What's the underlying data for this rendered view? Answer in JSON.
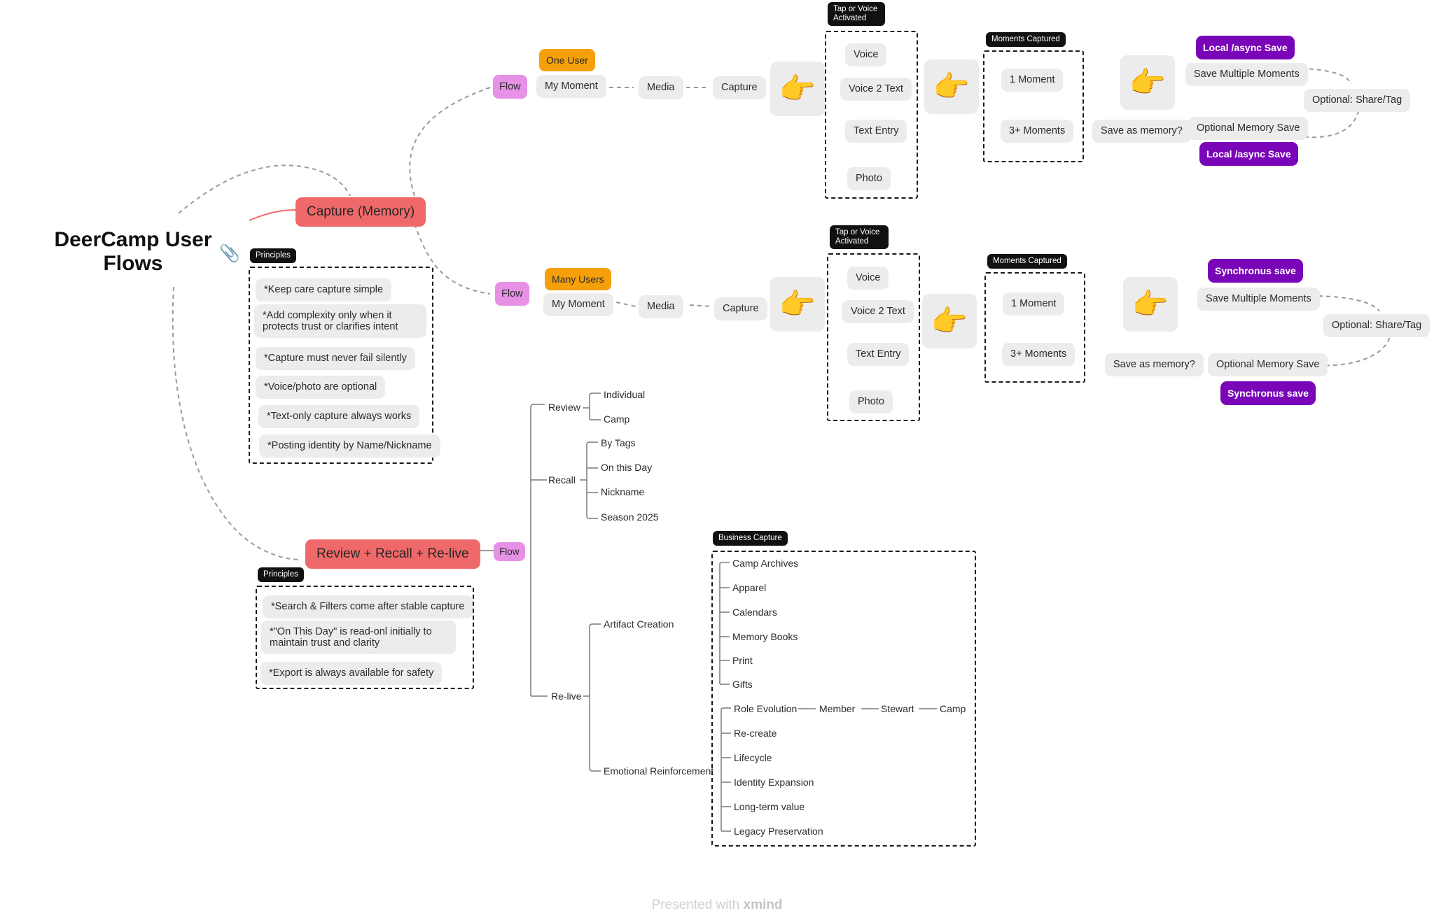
{
  "title": "DeerCamp User Flows",
  "main_topics": {
    "capture": "Capture (Memory)",
    "review": "Review + Recall + Re-live"
  },
  "flow_label": "Flow",
  "tags": {
    "principles": "Principles",
    "tap_voice": "Tap or Voice Activated",
    "moments_captured": "Moments Captured",
    "business_capture": "Business Capture"
  },
  "principles_capture": [
    "*Keep care capture simple",
    "*Add complexity only when it protects trust or clarifies intent",
    "*Capture must never fail silently",
    "*Voice/photo are optional",
    "*Text-only capture always works",
    "*Posting identity by Name/Nickname"
  ],
  "principles_review": [
    "*Search & Filters come after stable capture",
    "*\"On This Day\" is read-onl initially to maintain trust and clarity",
    "*Export is always available for safety"
  ],
  "flow1": {
    "user": "One User",
    "moment": "My Moment",
    "media": "Media",
    "capture": "Capture",
    "inputs": [
      "Voice",
      "Voice 2 Text",
      "Text Entry",
      "Photo"
    ],
    "moments": [
      "1 Moment",
      "3+ Moments"
    ],
    "save_top_badge": "Local /async Save",
    "save_multiple": "Save Multiple Moments",
    "save_question": "Save as memory?",
    "optional_save": "Optional Memory Save",
    "save_bottom_badge": "Local /async Save",
    "share": "Optional: Share/Tag"
  },
  "flow2": {
    "user": "Many Users",
    "moment": "My Moment",
    "media": "Media",
    "capture": "Capture",
    "inputs": [
      "Voice",
      "Voice 2 Text",
      "Text Entry",
      "Photo"
    ],
    "moments": [
      "1 Moment",
      "3+ Moments"
    ],
    "save_top_badge": "Synchronus save",
    "save_multiple": "Save Multiple Moments",
    "save_question": "Save as memory?",
    "optional_save": "Optional Memory Save",
    "save_bottom_badge": "Synchronus save",
    "share": "Optional: Share/Tag"
  },
  "review_tree": {
    "review": "Review",
    "review_items": [
      "Individual",
      "Camp"
    ],
    "recall": "Recall",
    "recall_items": [
      "By Tags",
      "On this Day",
      "Nickname",
      "Season 2025"
    ],
    "relive": "Re-live",
    "artifact": "Artifact Creation",
    "emotional": "Emotional Reinforcement",
    "business_items": [
      "Camp Archives",
      "Apparel",
      "Calendars",
      "Memory Books",
      "Print",
      "Gifts"
    ],
    "role_evolution": "Role Evolution",
    "role_chain": [
      "Member",
      "Stewart",
      "Camp"
    ],
    "emotional_items": [
      "Re-create",
      "Lifecycle",
      "Identity Expansion",
      "Long-term value",
      "Legacy Preservation"
    ]
  },
  "hand_icon": "pointing-hand-icon",
  "colors": {
    "coral": "#f0696a",
    "flow": "#e691e6",
    "orange": "#f5a00a",
    "purple": "#7a05b8",
    "pill": "#ececec"
  },
  "footer": {
    "prefix": "Presented with",
    "brand": "xmind"
  }
}
